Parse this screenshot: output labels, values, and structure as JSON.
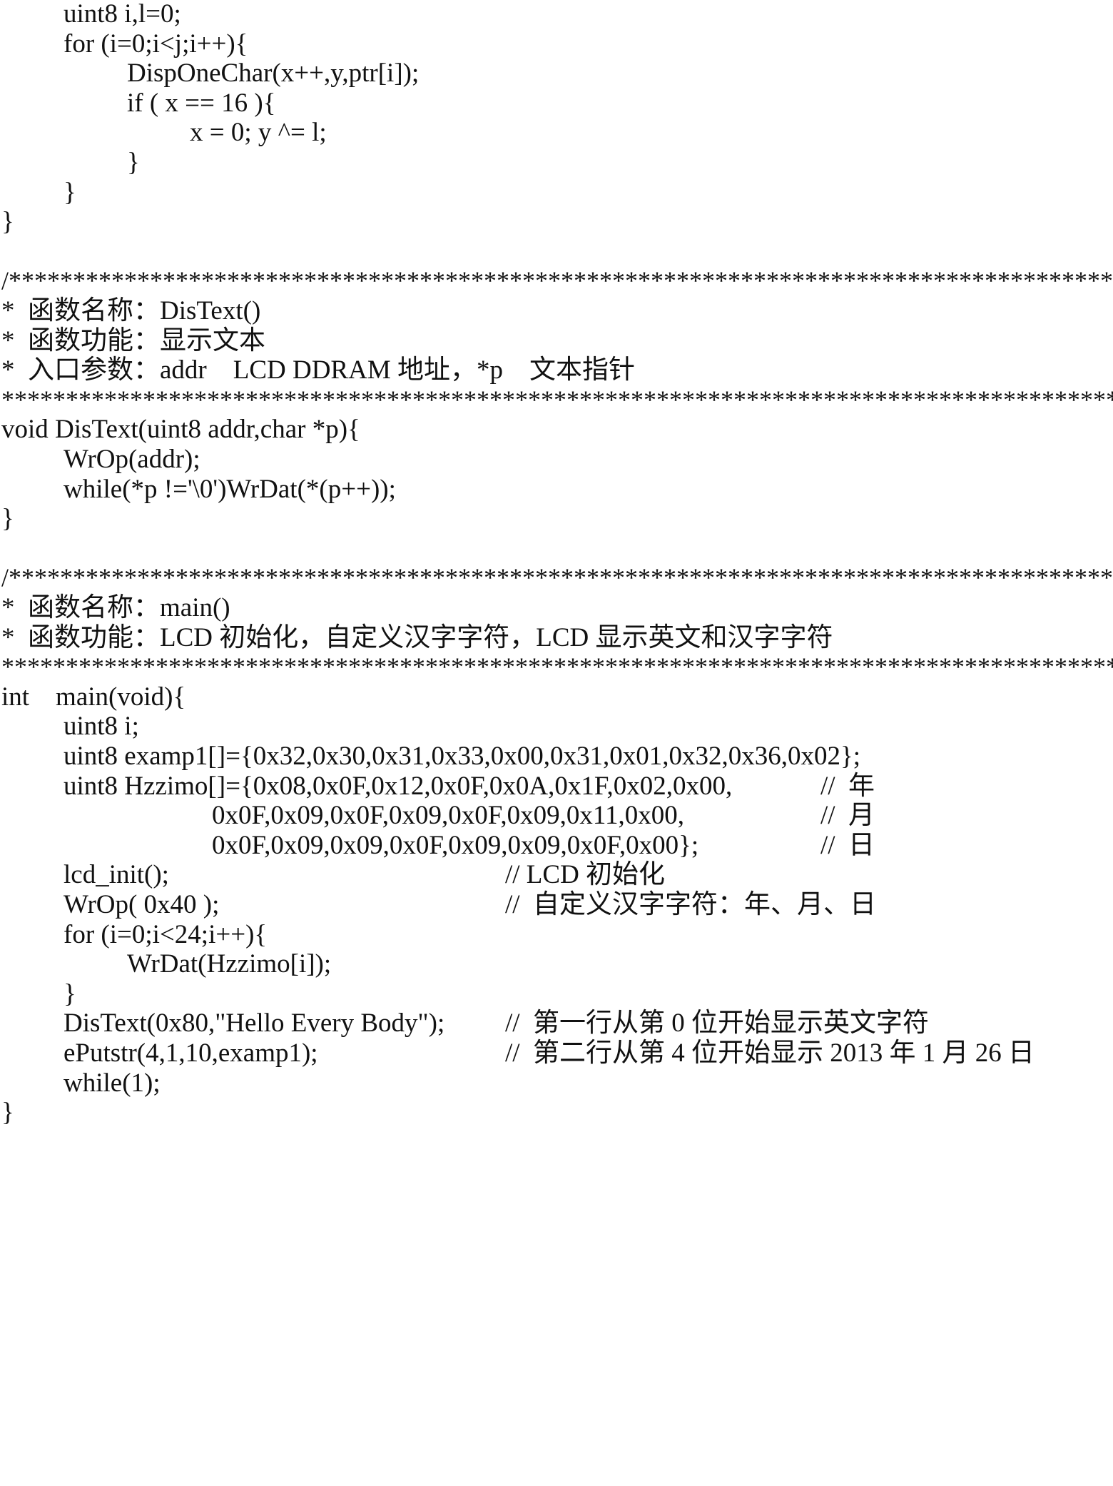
{
  "document": {
    "lines": [
      {
        "indent": 1,
        "code": "uint8 i,l=0;",
        "comment": "",
        "comment_pos": ""
      },
      {
        "indent": 1,
        "code": "for (i=0;i<j;i++){",
        "comment": "",
        "comment_pos": ""
      },
      {
        "indent": 2,
        "code": "DispOneChar(x++,y,ptr[i]);",
        "comment": "",
        "comment_pos": ""
      },
      {
        "indent": 2,
        "code": "if ( x == 16 ){",
        "comment": "",
        "comment_pos": ""
      },
      {
        "indent": 3,
        "code": "x = 0; y ^= l;",
        "comment": "",
        "comment_pos": ""
      },
      {
        "indent": 2,
        "code": "}",
        "comment": "",
        "comment_pos": ""
      },
      {
        "indent": 1,
        "code": "}",
        "comment": "",
        "comment_pos": ""
      },
      {
        "indent": 0,
        "code": "}",
        "comment": "",
        "comment_pos": ""
      },
      {
        "indent": 0,
        "code": "",
        "comment": "",
        "comment_pos": ""
      },
      {
        "indent": 0,
        "code": "/*****************************************************************************************",
        "comment": "",
        "comment_pos": "",
        "stars": true
      },
      {
        "indent": 0,
        "code": "*  函数名称：DisText()",
        "comment": "",
        "comment_pos": ""
      },
      {
        "indent": 0,
        "code": "*  函数功能：显示文本",
        "comment": "",
        "comment_pos": ""
      },
      {
        "indent": 0,
        "code": "*  入口参数：addr    LCD DDRAM 地址，*p    文本指针",
        "comment": "",
        "comment_pos": ""
      },
      {
        "indent": 0,
        "code": "****************************************************************************************/",
        "comment": "",
        "comment_pos": "",
        "stars": true
      },
      {
        "indent": 0,
        "code": "void DisText(uint8 addr,char *p){",
        "comment": "",
        "comment_pos": ""
      },
      {
        "indent": 1,
        "code": "WrOp(addr);",
        "comment": "",
        "comment_pos": ""
      },
      {
        "indent": 1,
        "code": "while(*p !='\\0')WrDat(*(p++));",
        "comment": "",
        "comment_pos": ""
      },
      {
        "indent": 0,
        "code": "}",
        "comment": "",
        "comment_pos": ""
      },
      {
        "indent": 0,
        "code": "",
        "comment": "",
        "comment_pos": ""
      },
      {
        "indent": 0,
        "code": "/*****************************************************************************************",
        "comment": "",
        "comment_pos": "",
        "stars": true
      },
      {
        "indent": 0,
        "code": "*  函数名称：main()",
        "comment": "",
        "comment_pos": ""
      },
      {
        "indent": 0,
        "code": "*  函数功能：LCD 初始化，自定义汉字字符，LCD 显示英文和汉字字符",
        "comment": "",
        "comment_pos": ""
      },
      {
        "indent": 0,
        "code": "****************************************************************************************/",
        "comment": "",
        "comment_pos": "",
        "stars": true
      },
      {
        "indent": 0,
        "code": "int    main(void){",
        "comment": "",
        "comment_pos": ""
      },
      {
        "indent": 1,
        "code": "uint8 i;",
        "comment": "",
        "comment_pos": ""
      },
      {
        "indent": 1,
        "code": "uint8 examp1[]={0x32,0x30,0x31,0x33,0x00,0x31,0x01,0x32,0x36,0x02};",
        "comment": "",
        "comment_pos": ""
      },
      {
        "indent": 1,
        "code": "uint8 Hzzimo[]={0x08,0x0F,0x12,0x0F,0x0A,0x1F,0x02,0x00,",
        "comment": "//  年",
        "comment_pos": "far"
      },
      {
        "indent": 4,
        "code": "0x0F,0x09,0x0F,0x09,0x0F,0x09,0x11,0x00,",
        "comment": "//  月",
        "comment_pos": "far"
      },
      {
        "indent": 4,
        "code": "0x0F,0x09,0x09,0x0F,0x09,0x09,0x0F,0x00};",
        "comment": "//  日",
        "comment_pos": "far"
      },
      {
        "indent": 1,
        "code": "lcd_init();",
        "comment": "// LCD 初始化",
        "comment_pos": "mid"
      },
      {
        "indent": 1,
        "code": "WrOp( 0x40 );",
        "comment": "//  自定义汉字字符：年、月、日",
        "comment_pos": "mid"
      },
      {
        "indent": 1,
        "code": "for (i=0;i<24;i++){",
        "comment": "",
        "comment_pos": ""
      },
      {
        "indent": 2,
        "code": "WrDat(Hzzimo[i]);",
        "comment": "",
        "comment_pos": ""
      },
      {
        "indent": 1,
        "code": "}",
        "comment": "",
        "comment_pos": ""
      },
      {
        "indent": 1,
        "code": "DisText(0x80,\"Hello Every Body\");",
        "comment": "//  第一行从第 0 位开始显示英文字符",
        "comment_pos": "mid"
      },
      {
        "indent": 1,
        "code": "ePutstr(4,1,10,examp1);",
        "comment": "//  第二行从第 4 位开始显示 2013 年 1 月 26 日",
        "comment_pos": "mid"
      },
      {
        "indent": 1,
        "code": "while(1);",
        "comment": "",
        "comment_pos": ""
      },
      {
        "indent": 0,
        "code": "}",
        "comment": "",
        "comment_pos": ""
      }
    ]
  }
}
